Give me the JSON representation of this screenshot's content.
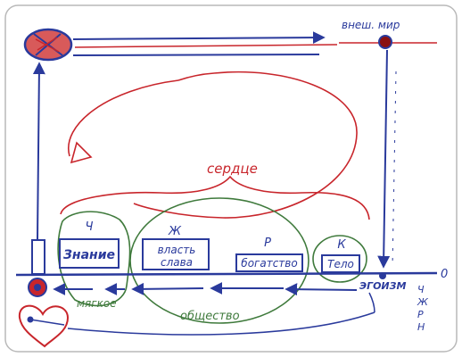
{
  "colors": {
    "ink_blue": "#2a3a9c",
    "ink_red": "#c8252b",
    "ink_green": "#3f7a3c",
    "frame": "#b9b9b9"
  },
  "labels": {
    "external_world": "внеш. мир",
    "heart": "сердце",
    "letter_ch": "Ч",
    "knowledge": "Знание",
    "letter_zh": "Ж",
    "power_glory": [
      "власть",
      "слава"
    ],
    "letter_r": "Р",
    "wealth": "богатство",
    "letter_k": "К",
    "body": "Тело",
    "egoism": "ЭГОИЗМ",
    "zero": "0",
    "soft": "мягкое",
    "society": "общество",
    "side_letters": [
      "Ч",
      "Ж",
      "Р",
      "Н"
    ]
  }
}
